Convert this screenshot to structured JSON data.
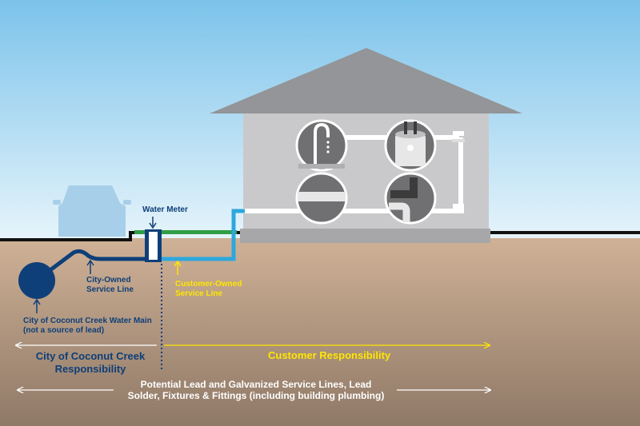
{
  "labels": {
    "water_meter": "Water Meter",
    "city_line": "City-Owned\nService Line",
    "customer_line": "Customer-Owned\nService Line",
    "water_main": "City of Coconut Creek Water Main\n(not a source of lead)",
    "city_responsibility": "City of Coconut Creek\nResponsibility",
    "customer_responsibility": "Customer Responsibility",
    "lead_note": "Potential Lead and Galvanized Service Lines, Lead\nSolder, Fixtures & Fittings (including building plumbing)"
  },
  "colors": {
    "sky_top": "#7cc3ea",
    "sky_bottom": "#e6f4fb",
    "soil_top": "#cfb196",
    "soil_bottom": "#8f7967",
    "house_wall": "#c9c9cb",
    "roof": "#939598",
    "city_pipe": "#0e3f78",
    "customer_pipe": "#2ea7dd",
    "grass": "#2f9e44",
    "highlight": "#ffe600"
  },
  "icons": [
    "car-icon",
    "faucet-icon",
    "water-heater-icon",
    "pipe-section-icon",
    "elbow-fitting-icon",
    "water-main-icon",
    "water-meter-icon"
  ]
}
